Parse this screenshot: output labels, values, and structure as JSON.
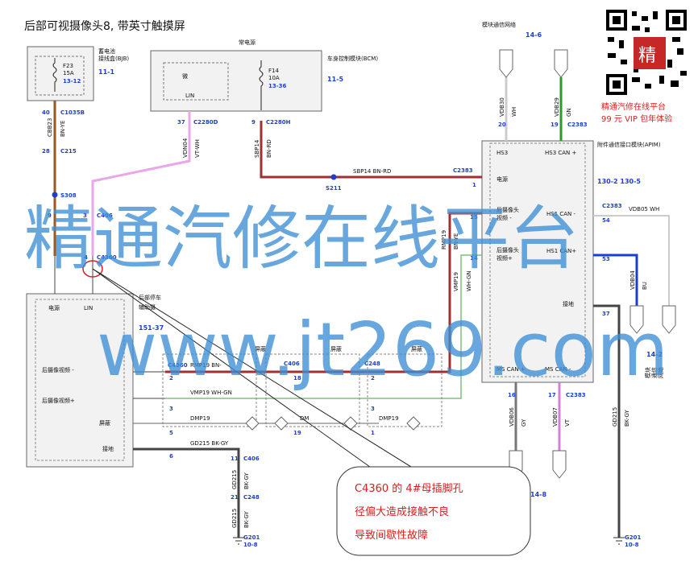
{
  "title": "后部可视摄像头8, 带英寸触摸屏",
  "bjb": {
    "name_line1": "蓄电池",
    "name_line2": "接线盒(BJB)",
    "fuse": "F23",
    "rating": "15A",
    "loc": "13-12",
    "page": "11-1"
  },
  "bcm": {
    "top_label": "常电源",
    "name": "车身控制模块(BCM)",
    "inner_label": "微",
    "lin_label": "LIN",
    "fuse": "F14",
    "rating": "10A",
    "loc": "13-36",
    "page": "11-5"
  },
  "network_label": "模块通信网络",
  "network_page": "14-6",
  "apim": {
    "name": "附件通信接口模块(APIM)",
    "pages": "130-2  130-5",
    "pin_hs3": "HS3",
    "pin_hs3can": "HS3 CAN +",
    "power": "电源",
    "rear_cam_neg_1": "后摄像头",
    "rear_cam_neg_2": "视频 -",
    "rear_cam_pos_1": "后摄像头",
    "rear_cam_pos_2": "视频+",
    "hs1can_neg": "HS1 CAN -",
    "hs1can_pos": "HS1 CAN+",
    "ground": "接地",
    "ms_can_pos": "MS CAN +",
    "ms_can_neg": "MS CAN -"
  },
  "camera": {
    "power": "电源",
    "lin": "LIN",
    "name_1": "后部停车",
    "name_2": "辅助摄",
    "page": "151-37",
    "video_neg": "后摄像视频 -",
    "video_pos": "后摄像视频+",
    "shield": "屏蔽",
    "ground": "接地"
  },
  "connectors": {
    "c1035b": "C1035B",
    "c215": "C215",
    "s308": "S308",
    "c406": "C406",
    "c4360": "C4360",
    "c2280d": "C2280D",
    "c2280h": "C2280H",
    "s211": "S211",
    "c2383": "C2383",
    "c248": "C248",
    "g201": "G201",
    "g201_page": "10-8",
    "c4360_alt": "C4360",
    "c406_alt": "C406"
  },
  "pins": {
    "p40": "40",
    "p28": "28",
    "p9": "9",
    "p3": "3",
    "p4": "4",
    "p37": "37",
    "p9b": "9",
    "p1": "1",
    "p20": "20",
    "p19": "19",
    "p15": "15",
    "p14": "14",
    "p54": "54",
    "p53": "53",
    "p37b": "37",
    "p16": "16",
    "p17": "17",
    "p11": "11",
    "p21": "21",
    "p18": "18",
    "p2": "2",
    "p3b": "3",
    "p5": "5",
    "p6": "6",
    "p19b": "19",
    "p1b": "1",
    "p2b": "2",
    "p3c": "3"
  },
  "wires": {
    "cbb23": "CBB23",
    "bn_ye": "BN-YE",
    "vdn04": "VDN04",
    "vt_wh": "VT-WH",
    "sbp14": "SBP14",
    "bn_rd": "BN-RD",
    "sbp14_bnrd": "SBP14   BN-RD",
    "vdb30": "VDB30",
    "wh": "WH",
    "vdb29": "VDB29",
    "gn": "GN",
    "rmp19": "RMP19",
    "bn_ye2": "BN-YE",
    "vmp19": "VMP19",
    "wh_gn": "WH-GN",
    "vdb05_wh": "VDB05  WH",
    "vdb04": "VDB04",
    "bu": "BU",
    "rmp19_bn": "RMP19   BN-",
    "vmp19_whgn": "VMP19   WH-GN",
    "dmp19": "DMP19",
    "gd215_bkgy": "GD215   BK-GY",
    "gd215": "GD215",
    "bk_gy": "BK-GY",
    "vdb06": "VDB06",
    "gy": "GY",
    "vdb07": "VDB07",
    "vt": "VT",
    "dmp19_b": "DMP19",
    "dm": "DM"
  },
  "shield_labels": {
    "s1": "屏蔽",
    "s2": "屏蔽",
    "s3": "屏蔽"
  },
  "side_network": {
    "l1": "模块",
    "l2": "通信",
    "l3": "网络",
    "page": "14-2",
    "page_bottom": "14-8"
  },
  "ad": {
    "line1": "精通汽修在线平台",
    "line2": "99 元 VIP 包年体验"
  },
  "watermark": {
    "cn": "精通汽修在线平台",
    "url": "www.jt269.com"
  },
  "callout": {
    "line1": "C4360 的 4#母插脚孔",
    "line2": "径偏大造成接触不良",
    "line3": "导致间歇性故障"
  }
}
